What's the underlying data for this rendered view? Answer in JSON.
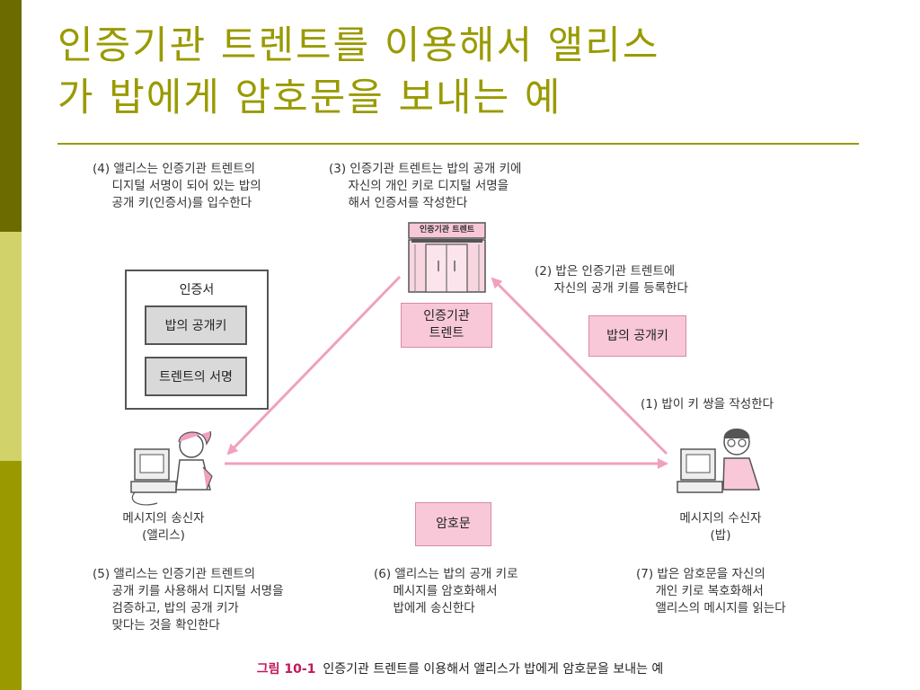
{
  "slide": {
    "title_line1": "인증기관 트렌트를 이용해서 앨리스",
    "title_line2": "가 밥에게 암호문을 보내는 예"
  },
  "steps": {
    "s4": "(4) 앨리스는 인증기관 트렌트의\n     디지털 서명이 되어 있는 밥의\n     공개 키(인증서)를 입수한다",
    "s3": "(3) 인증기관 트렌트는 밥의 공개 키에\n     자신의 개인 키로 디지털 서명을\n     해서 인증서를 작성한다",
    "s2": "(2) 밥은 인증기관 트렌트에\n     자신의 공개 키를 등록한다",
    "s1": "(1) 밥이 키 쌍을 작성한다",
    "s5": "(5) 앨리스는 인증기관 트렌트의\n     공개 키를 사용해서 디지털 서명을\n     검증하고, 밥의 공개 키가\n     맞다는 것을 확인한다",
    "s6": "(6) 앨리스는 밥의 공개 키로\n     메시지를 암호화해서\n     밥에게 송신한다",
    "s7": "(7) 밥은 암호문을 자신의\n     개인 키로 복호화해서\n     앨리스의 메시지를 읽는다"
  },
  "boxes": {
    "authority_sign": "인증기관 트렌트",
    "authority_label": "인증기관\n트렌트",
    "bob_pubkey": "밥의 공개키",
    "ciphertext": "암호문"
  },
  "certificate": {
    "title": "인증서",
    "item1": "밥의 공개키",
    "item2": "트렌트의 서명"
  },
  "actors": {
    "sender": "메시지의 송신자\n(앨리스)",
    "receiver": "메시지의 수신자\n(밥)"
  },
  "caption": {
    "figure": "그림 10-1",
    "text": "인증기관 트렌트를 이용해서 앨리스가 밥에게 암호문을 보내는 예"
  },
  "colors": {
    "title": "#9a9a00",
    "arrow": "#f0a0c0",
    "pink_box": "#f8c8d8",
    "figure_label": "#c2185b"
  }
}
